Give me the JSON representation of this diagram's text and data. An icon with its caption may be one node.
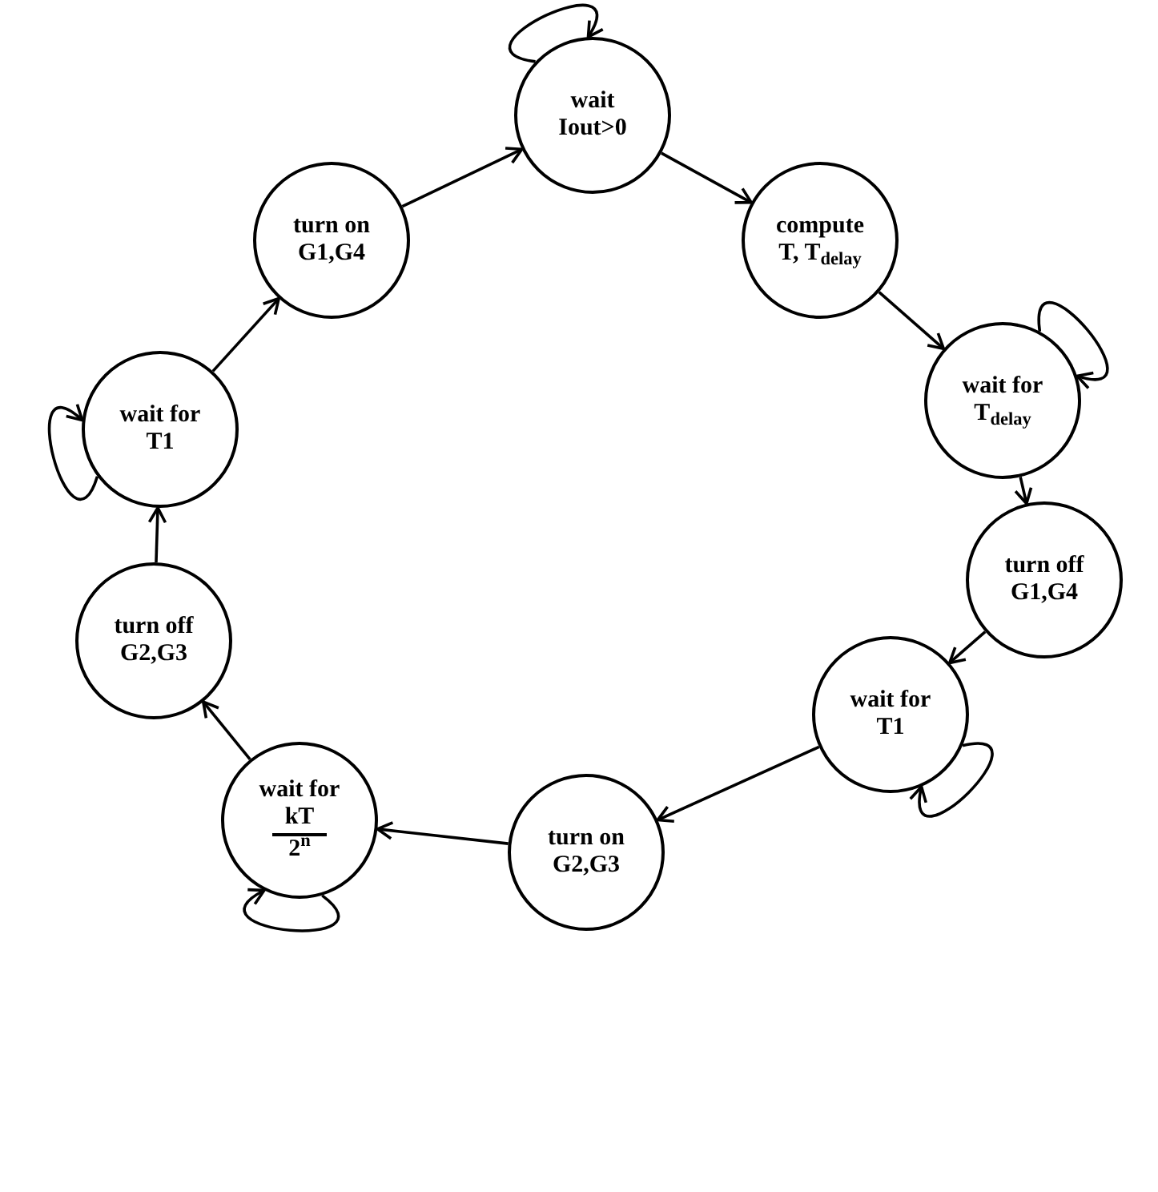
{
  "diagram": {
    "nodes": [
      {
        "text": [
          "wait Iout>0"
        ]
      },
      {
        "text": [
          "compute T, T$_{delay}$"
        ]
      },
      {
        "text": [
          "wait for T$_{delay}$"
        ]
      },
      {
        "text": [
          "turn off G1,G4"
        ]
      },
      {
        "text": [
          "wait for T1"
        ]
      },
      {
        "text": [
          "turn on G2,G3"
        ]
      },
      {
        "text": [
          "wait for",
          "kT",
          "2$^{n}$"
        ]
      },
      {
        "text": [
          "turn off G2,G3"
        ]
      },
      {
        "text": [
          "wait for T1"
        ]
      },
      {
        "text": [
          "turn on G1,G4"
        ]
      }
    ],
    "edges": [
      {
        "from": 0,
        "to": 0,
        "arrow": "to"
      },
      {
        "from": 9,
        "to": 0,
        "arrow": "to"
      },
      {
        "from": 0,
        "to": 1,
        "arrow": "to"
      },
      {
        "from": 1,
        "to": 2,
        "arrow": "to"
      },
      {
        "from": 2,
        "to": 2,
        "arrow": "to"
      },
      {
        "from": 2,
        "to": 3,
        "arrow": "to"
      },
      {
        "from": 3,
        "to": 4,
        "arrow": "to"
      },
      {
        "from": 4,
        "to": 4,
        "arrow": "to"
      },
      {
        "from": 4,
        "to": 5,
        "arrow": "to"
      },
      {
        "from": 5,
        "to": 6,
        "arrow": "to"
      },
      {
        "from": 6,
        "to": 6,
        "arrow": "to"
      },
      {
        "from": 6,
        "to": 7,
        "arrow": "to"
      },
      {
        "from": 7,
        "to": 8,
        "arrow": "to"
      },
      {
        "from": 8,
        "to": 8,
        "arrow": "to"
      },
      {
        "from": 8,
        "to": 9,
        "arrow": "to"
      }
    ]
  }
}
